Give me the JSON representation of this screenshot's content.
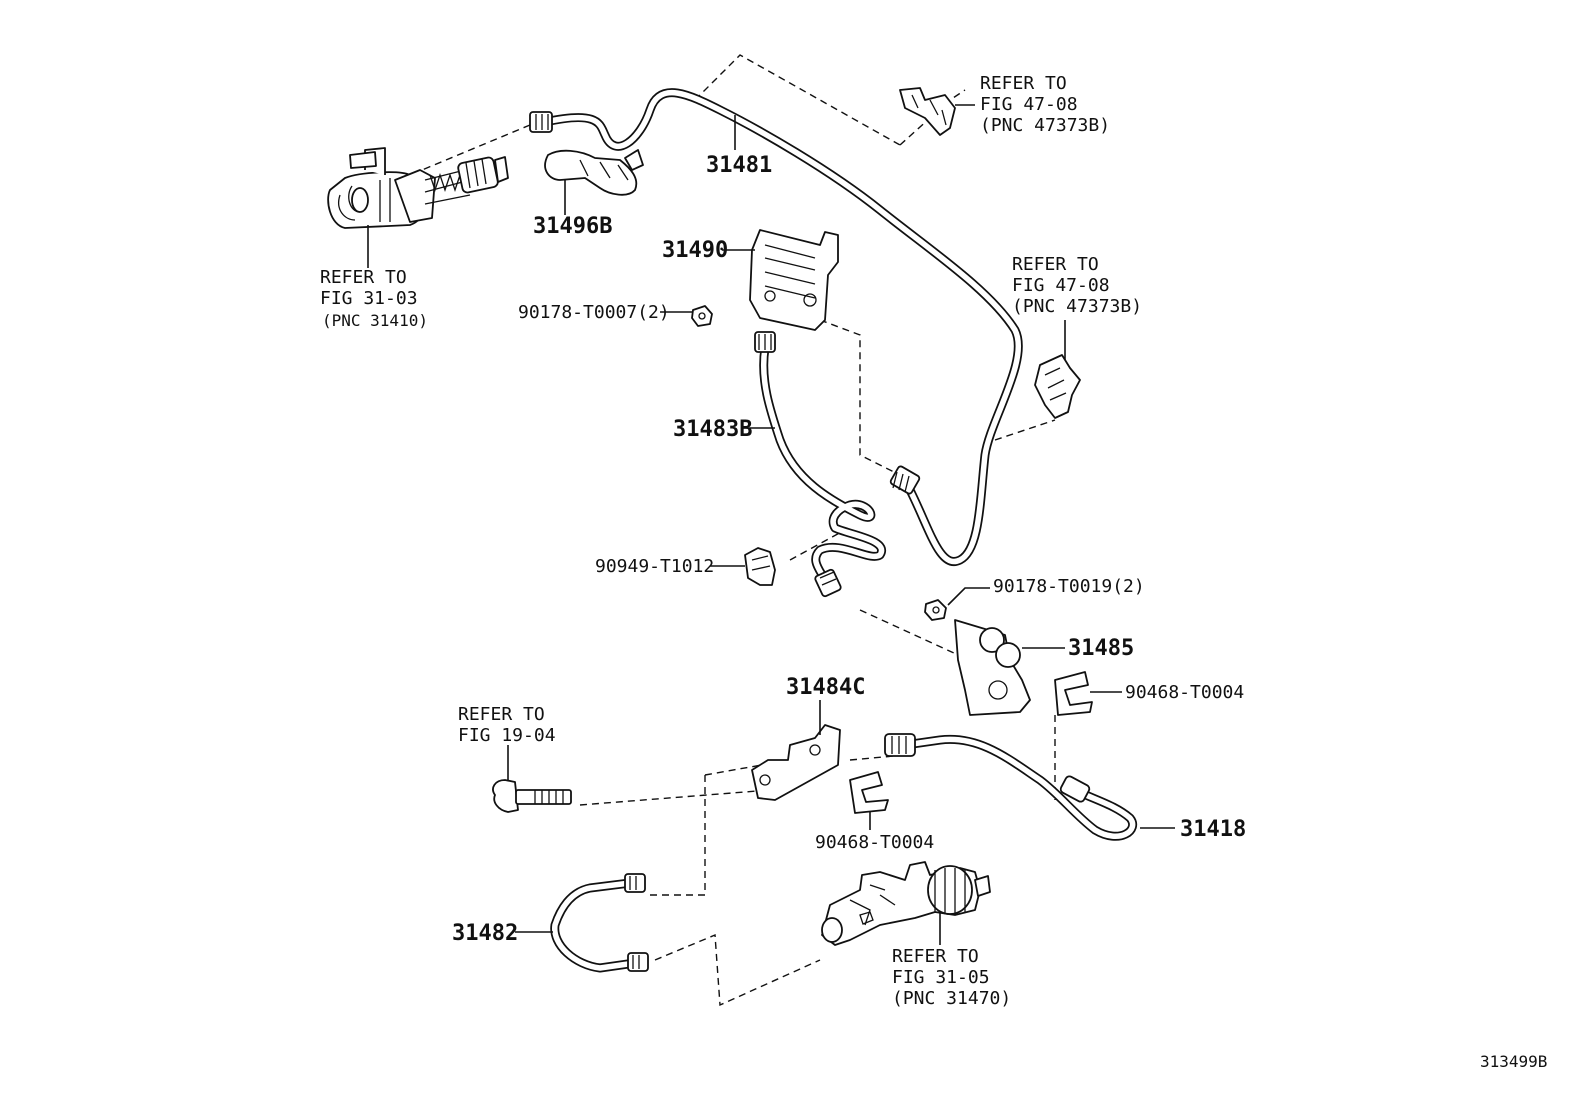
{
  "labels": {
    "p31481": "31481",
    "p31496b": "31496B",
    "p31490": "31490",
    "p90178_t0007": "90178-T0007(2)",
    "p31483b": "31483B",
    "p90949_t1012": "90949-T1012",
    "p90178_t0019": "90178-T0019(2)",
    "p31485": "31485",
    "p90468_t0004_a": "90468-T0004",
    "p31484c": "31484C",
    "p90468_t0004_b": "90468-T0004",
    "p31418": "31418",
    "p31482": "31482",
    "diagram_id": "313499B"
  },
  "refs": {
    "ref_fig_47_08_top": {
      "line1": "REFER TO",
      "line2": "FIG 47-08",
      "line3": "(PNC 47373B)"
    },
    "ref_fig_47_08_right": {
      "line1": "REFER TO",
      "line2": "FIG 47-08",
      "line3": "(PNC 47373B)"
    },
    "ref_fig_31_03": {
      "line1": "REFER TO",
      "line2": "FIG 31-03",
      "line3": "(PNC 31410)"
    },
    "ref_fig_19_04": {
      "line1": "REFER TO",
      "line2": "FIG 19-04"
    },
    "ref_fig_31_05": {
      "line1": "REFER TO",
      "line2": "FIG 31-05",
      "line3": "(PNC 31470)"
    }
  }
}
